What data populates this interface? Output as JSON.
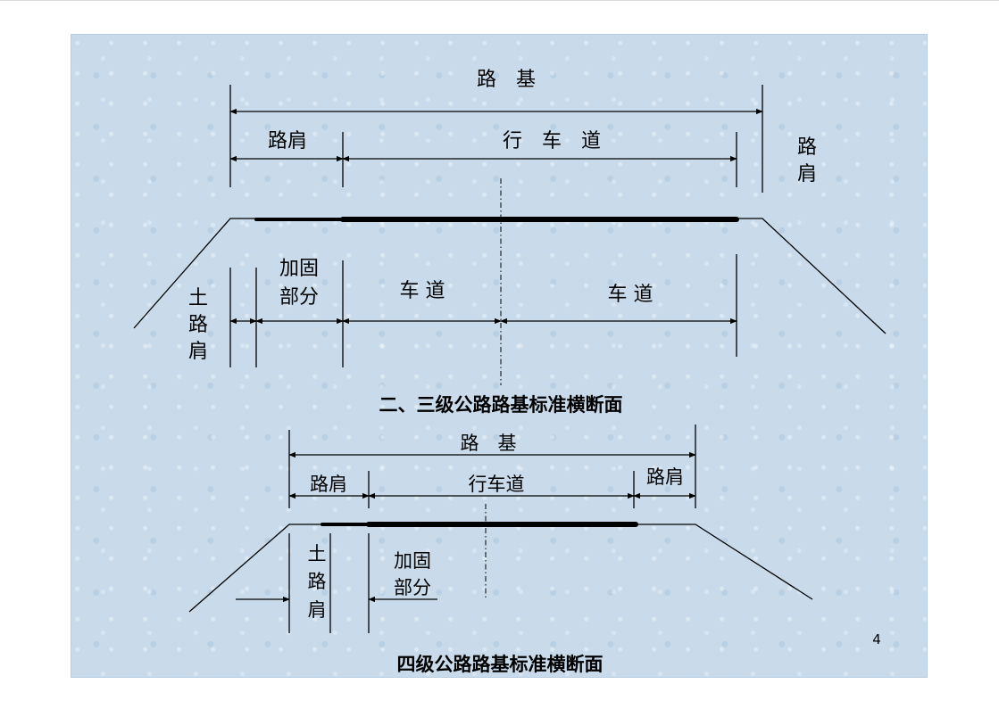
{
  "diagram1": {
    "subgrade": "路　基",
    "shoulder_left": "路肩",
    "carriageway": "行　车　道",
    "shoulder_right_top": "路",
    "shoulder_right_bottom": "肩",
    "reinforced_top": "加固",
    "reinforced_bottom": "部分",
    "lane_left": "车 道",
    "lane_right": "车 道",
    "soil_shoulder": [
      "土",
      "路",
      "肩"
    ],
    "caption": "二、三级公路路基标准横断面"
  },
  "diagram2": {
    "subgrade": "路　基",
    "shoulder_left": "路肩",
    "carriageway": "行车道",
    "shoulder_right": "路肩",
    "soil_shoulder": [
      "土",
      "路",
      "肩"
    ],
    "reinforced_top": "加固",
    "reinforced_bottom": "部分",
    "caption": "四级公路路基标准横断面"
  },
  "page_number": "4"
}
